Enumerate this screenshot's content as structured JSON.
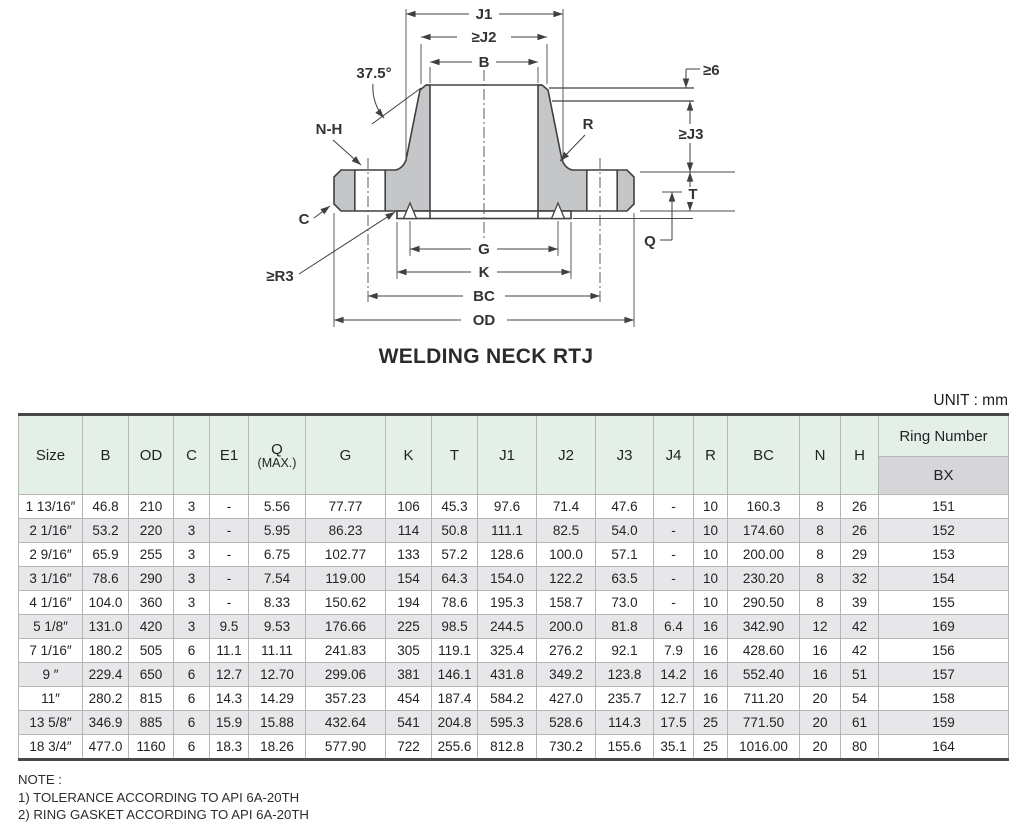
{
  "unit_label": "UNIT : mm",
  "diagram": {
    "title": "WELDING NECK RTJ",
    "labels": {
      "j1": "J1",
      "j2": "≥J2",
      "b": "B",
      "angle": "37.5°",
      "nh": "N-H",
      "r": "R",
      "ge6": "≥6",
      "j3": "≥J3",
      "t": "T",
      "q": "Q",
      "c": "C",
      "r3": "≥R3",
      "g": "G",
      "k": "K",
      "bc": "BC",
      "od": "OD"
    }
  },
  "table": {
    "columns": [
      {
        "label": "Size"
      },
      {
        "label": "B"
      },
      {
        "label": "OD"
      },
      {
        "label": "C"
      },
      {
        "label": "E1"
      },
      {
        "label": "Q",
        "label2": "(MAX.)"
      },
      {
        "label": "G"
      },
      {
        "label": "K"
      },
      {
        "label": "T"
      },
      {
        "label": "J1"
      },
      {
        "label": "J2"
      },
      {
        "label": "J3"
      },
      {
        "label": "J4"
      },
      {
        "label": "R"
      },
      {
        "label": "BC"
      },
      {
        "label": "N"
      },
      {
        "label": "H"
      }
    ],
    "ring_header": "Ring Number",
    "ring_sub_header": "BX",
    "rows": [
      [
        "1 13/16″",
        "46.8",
        "210",
        "3",
        "-",
        "5.56",
        "77.77",
        "106",
        "45.3",
        "97.6",
        "71.4",
        "47.6",
        "-",
        "10",
        "160.3",
        "8",
        "26",
        "151"
      ],
      [
        "2 1/16″",
        "53.2",
        "220",
        "3",
        "-",
        "5.95",
        "86.23",
        "114",
        "50.8",
        "111.1",
        "82.5",
        "54.0",
        "-",
        "10",
        "174.60",
        "8",
        "26",
        "152"
      ],
      [
        "2 9/16″",
        "65.9",
        "255",
        "3",
        "-",
        "6.75",
        "102.77",
        "133",
        "57.2",
        "128.6",
        "100.0",
        "57.1",
        "-",
        "10",
        "200.00",
        "8",
        "29",
        "153"
      ],
      [
        "3 1/16″",
        "78.6",
        "290",
        "3",
        "-",
        "7.54",
        "119.00",
        "154",
        "64.3",
        "154.0",
        "122.2",
        "63.5",
        "-",
        "10",
        "230.20",
        "8",
        "32",
        "154"
      ],
      [
        "4 1/16″",
        "104.0",
        "360",
        "3",
        "-",
        "8.33",
        "150.62",
        "194",
        "78.6",
        "195.3",
        "158.7",
        "73.0",
        "-",
        "10",
        "290.50",
        "8",
        "39",
        "155"
      ],
      [
        "5 1/8″",
        "131.0",
        "420",
        "3",
        "9.5",
        "9.53",
        "176.66",
        "225",
        "98.5",
        "244.5",
        "200.0",
        "81.8",
        "6.4",
        "16",
        "342.90",
        "12",
        "42",
        "169"
      ],
      [
        "7 1/16″",
        "180.2",
        "505",
        "6",
        "11.1",
        "11.11",
        "241.83",
        "305",
        "119.1",
        "325.4",
        "276.2",
        "92.1",
        "7.9",
        "16",
        "428.60",
        "16",
        "42",
        "156"
      ],
      [
        "9 ″",
        "229.4",
        "650",
        "6",
        "12.7",
        "12.70",
        "299.06",
        "381",
        "146.1",
        "431.8",
        "349.2",
        "123.8",
        "14.2",
        "16",
        "552.40",
        "16",
        "51",
        "157"
      ],
      [
        "11″",
        "280.2",
        "815",
        "6",
        "14.3",
        "14.29",
        "357.23",
        "454",
        "187.4",
        "584.2",
        "427.0",
        "235.7",
        "12.7",
        "16",
        "711.20",
        "20",
        "54",
        "158"
      ],
      [
        "13 5/8″",
        "346.9",
        "885",
        "6",
        "15.9",
        "15.88",
        "432.64",
        "541",
        "204.8",
        "595.3",
        "528.6",
        "114.3",
        "17.5",
        "25",
        "771.50",
        "20",
        "61",
        "159"
      ],
      [
        "18 3/4″",
        "477.0",
        "1160",
        "6",
        "18.3",
        "18.26",
        "577.90",
        "722",
        "255.6",
        "812.8",
        "730.2",
        "155.6",
        "35.1",
        "25",
        "1016.00",
        "20",
        "80",
        "164"
      ]
    ]
  },
  "notes": {
    "heading": "NOTE :",
    "lines": [
      "1) TOLERANCE ACCORDING TO API 6A-20TH",
      "2) RING GASKET ACCORDING TO API 6A-20TH"
    ]
  }
}
